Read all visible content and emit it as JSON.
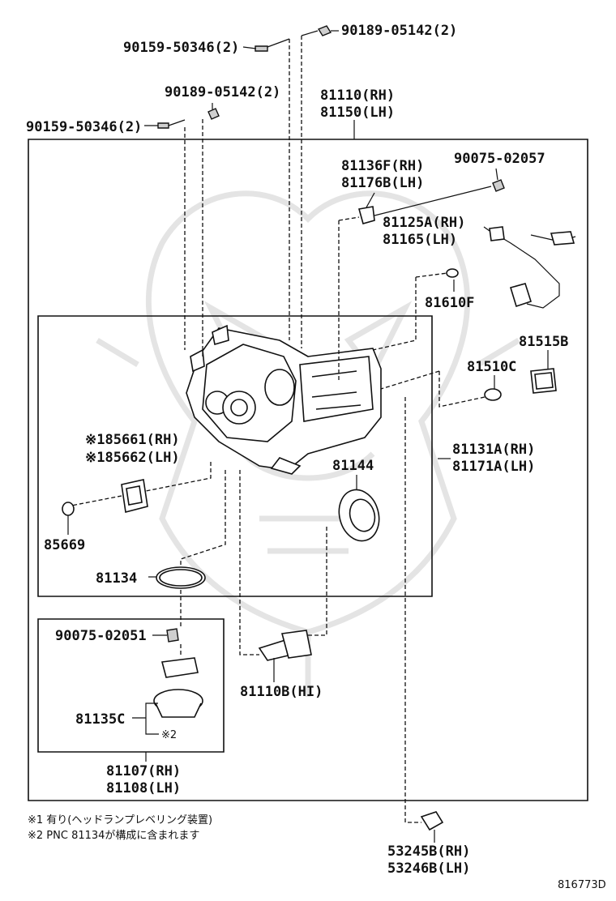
{
  "callouts": {
    "screw_top_left": "90159-50346(2)",
    "clip_top_right": "90189-05142(2)",
    "clip_mid": "90189-05142(2)",
    "screw_left": "90159-50346(2)",
    "assy_rh": "81110(RH)",
    "assy_lh": "81150(LH)",
    "bracket_rh": "81136F(RH)",
    "bracket_lh": "81176B(LH)",
    "screw_bracket": "90075-02057",
    "wire_rh": "81125A(RH)",
    "wire_lh": "81165(LH)",
    "bulb_small": "81610F",
    "socket": "81515B",
    "bulb_side": "81510C",
    "leveling_rh": "※185661(RH)",
    "leveling_lh": "※185662(LH)",
    "housing_rh": "81131A(RH)",
    "housing_lh": "81171A(LH)",
    "cap": "81144",
    "oring": "85669",
    "gasket": "81134",
    "screw_sub": "90075-02051",
    "socket_sub": "81135C",
    "note2_mark": "※2",
    "hi_bulb": "81110B(HI)",
    "sub_rh": "81107(RH)",
    "sub_lh": "81108(LH)",
    "clamp_rh": "53245B(RH)",
    "clamp_lh": "53246B(LH)"
  },
  "notes": {
    "note1": "※1  有り(ヘッドランプレベリング装置)",
    "note2": "※2  PNC 81134が構成に含まれます"
  },
  "diagram_code": "816773D"
}
